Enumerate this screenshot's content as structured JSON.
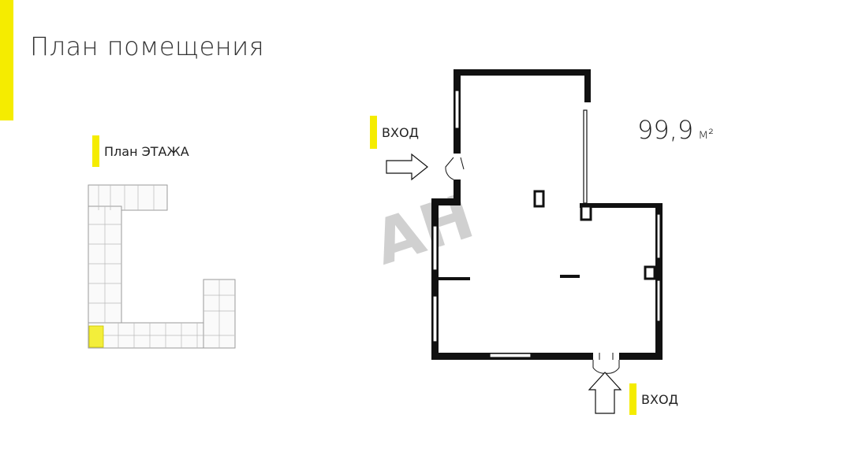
{
  "title": "План помещения",
  "floor_plan_label": "План ЭТАЖА",
  "entrance_top": "ВХОД",
  "entrance_bottom": "ВХОД",
  "area": {
    "value": "99,9",
    "unit": "м²"
  },
  "watermark": "АН",
  "colors": {
    "accent": "#f5ec00",
    "wall": "#111111",
    "highlight_unit": "#f3ee3a",
    "watermark": "#999999"
  }
}
